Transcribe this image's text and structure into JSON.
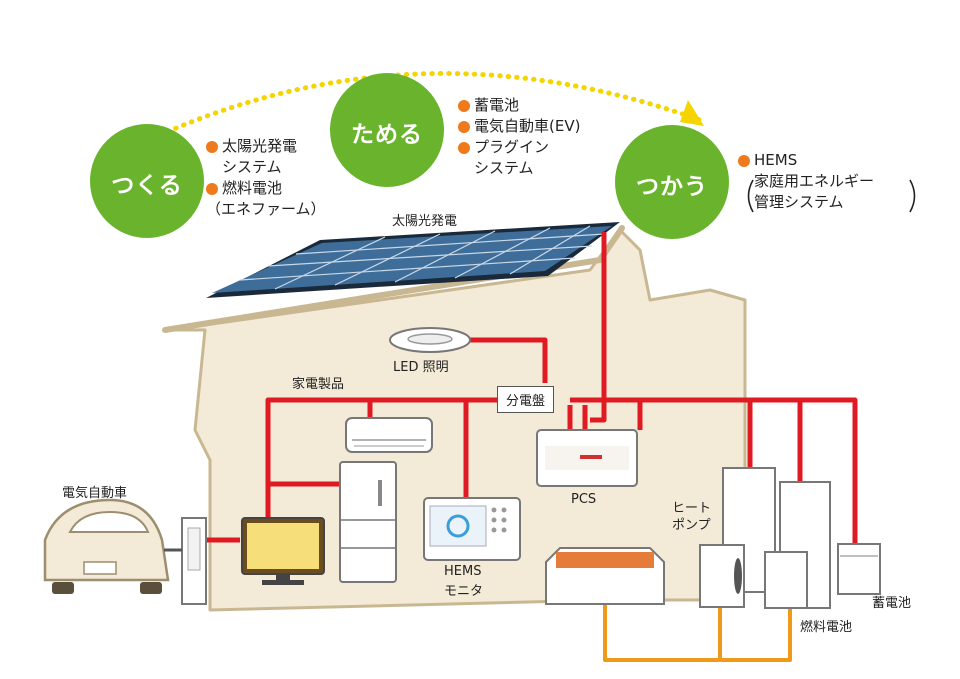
{
  "phases": {
    "make": {
      "title": "つくる",
      "items": [
        "太陽光発電",
        "システム",
        "燃料電池",
        "（エネファーム）"
      ]
    },
    "store": {
      "title": "ためる",
      "items": [
        "蓄電池",
        "電気自動車(EV)",
        "プラグイン",
        "システム"
      ]
    },
    "use": {
      "title": "つかう",
      "items": [
        "HEMS",
        "家庭用エネルギー",
        "管理システム"
      ]
    }
  },
  "labels": {
    "solar": "太陽光発電",
    "led": "LED 照明",
    "appliances": "家電製品",
    "panel": "分電盤",
    "pcs": "PCS",
    "ev": "電気自動車",
    "hems_1": "HEMS",
    "hems_2": "モニタ",
    "heatpump_1": "ヒート",
    "heatpump_2": "ポンプ",
    "battery": "蓄電池",
    "fuelcell": "燃料電池"
  },
  "colors": {
    "green": "#6ab42d",
    "orange_dot": "#ee7a1c",
    "wire_red": "#e01a22",
    "pipe_orange": "#f09a1a",
    "house": "#f3ead7",
    "house_outline": "#c9b792",
    "arrow_dots": "#f5d400"
  }
}
